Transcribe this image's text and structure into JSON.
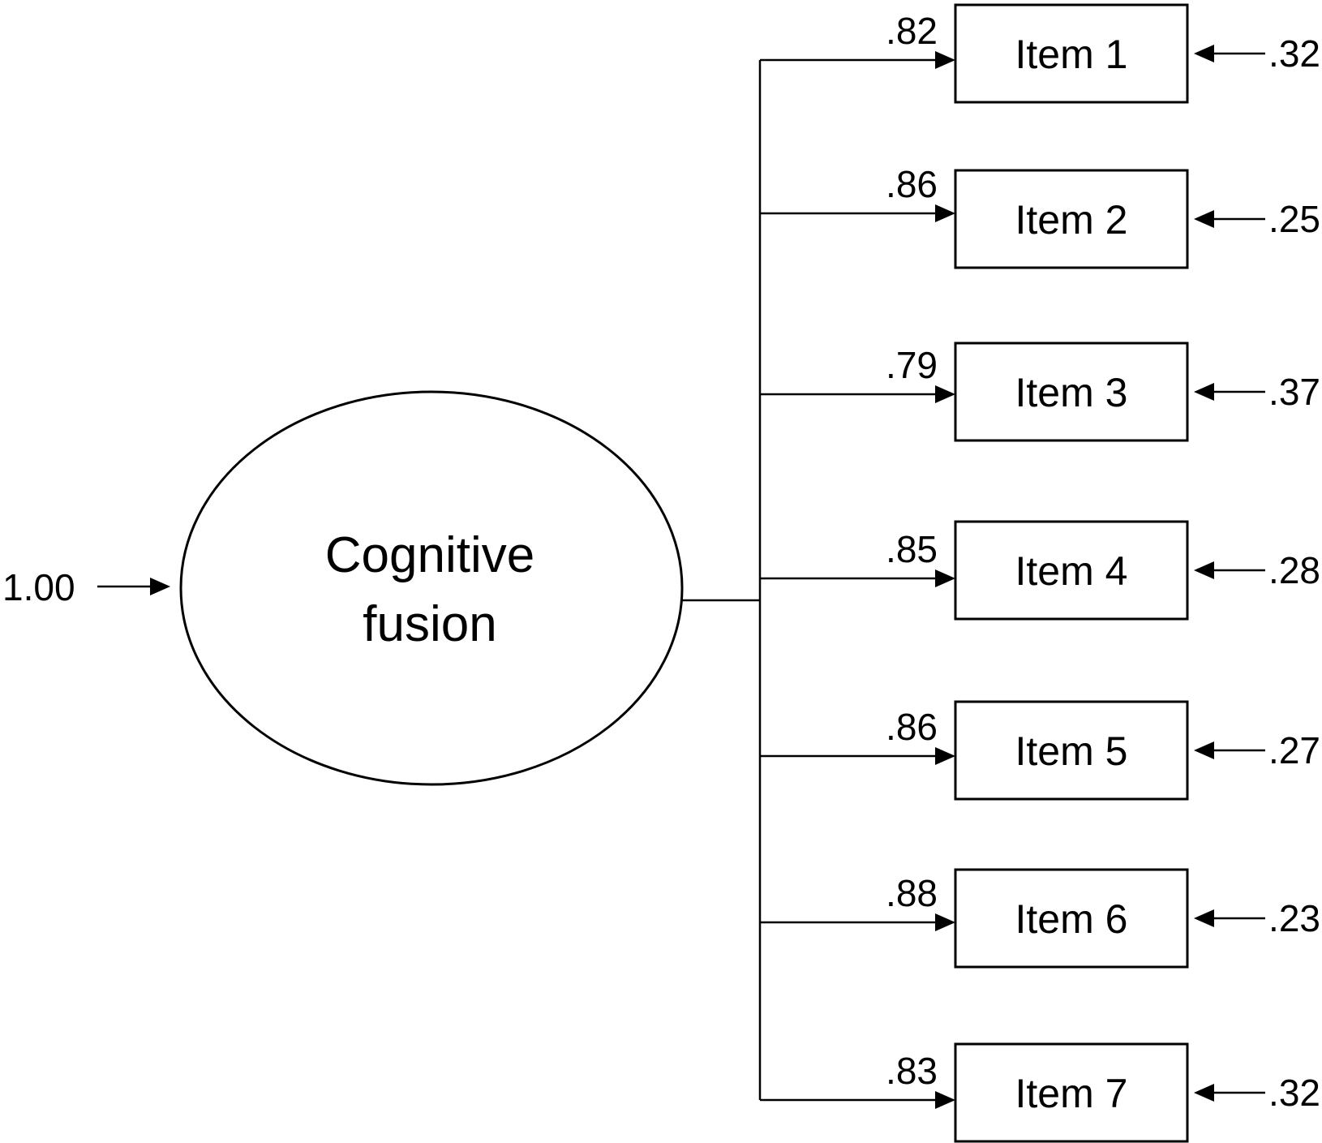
{
  "diagram": {
    "factor": {
      "name_line1": "Cognitive",
      "name_line2": "fusion",
      "variance": "1.00"
    },
    "items": [
      {
        "label": "Item 1",
        "loading": ".82",
        "error": ".32"
      },
      {
        "label": "Item 2",
        "loading": ".86",
        "error": ".25"
      },
      {
        "label": "Item 3",
        "loading": ".79",
        "error": ".37"
      },
      {
        "label": "Item 4",
        "loading": ".85",
        "error": ".28"
      },
      {
        "label": "Item 5",
        "loading": ".86",
        "error": ".27"
      },
      {
        "label": "Item 6",
        "loading": ".88",
        "error": ".23"
      },
      {
        "label": "Item 7",
        "loading": ".83",
        "error": ".32"
      }
    ],
    "colors": {
      "line": "#000000",
      "background": "#ffffff"
    }
  }
}
